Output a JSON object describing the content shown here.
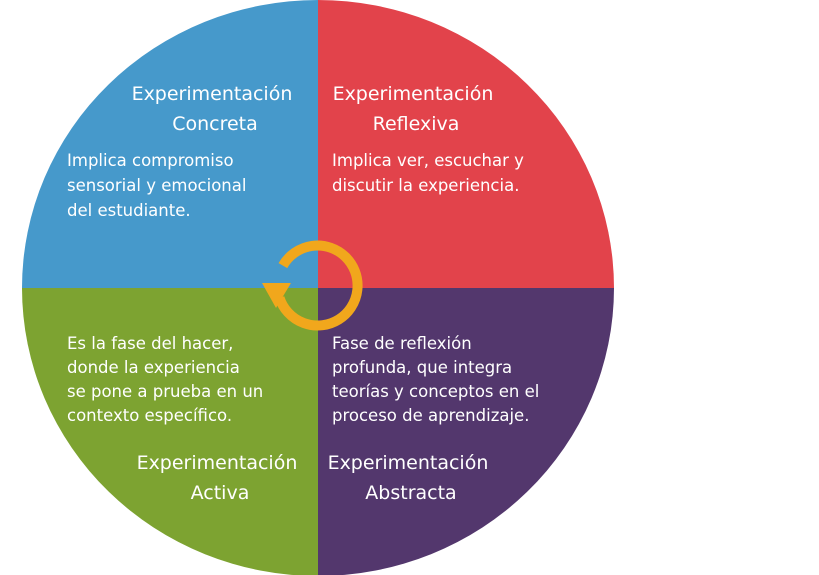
{
  "diagram": {
    "quadrants": [
      {
        "id": "concreta",
        "color": "#4699cb",
        "title_lines": [
          "Experimentación",
          "Concreta"
        ],
        "desc_lines": [
          "Implica compromiso",
          "sensorial y emocional",
          "del estudiante."
        ]
      },
      {
        "id": "reflexiva",
        "color": "#e2434b",
        "title_lines": [
          "Experimentación",
          "Reflexiva"
        ],
        "desc_lines": [
          "Implica ver, escuchar y",
          "discutir la experiencia."
        ]
      },
      {
        "id": "activa",
        "color": "#7da331",
        "title_lines": [
          "Experimentación",
          "Activa"
        ],
        "desc_lines": [
          "Es la fase del hacer,",
          "donde la experiencia",
          "se pone a prueba en un",
          "contexto específico."
        ]
      },
      {
        "id": "abstracta",
        "color": "#53376d",
        "title_lines": [
          "Experimentación",
          "Abstracta"
        ],
        "desc_lines": [
          "Fase de reflexión",
          "profunda, que integra",
          "teorías y conceptos en el",
          "proceso de aprendizaje."
        ]
      }
    ],
    "cycle_icon": {
      "name": "cycle-arrow-icon",
      "color": "#f1a71c"
    }
  }
}
